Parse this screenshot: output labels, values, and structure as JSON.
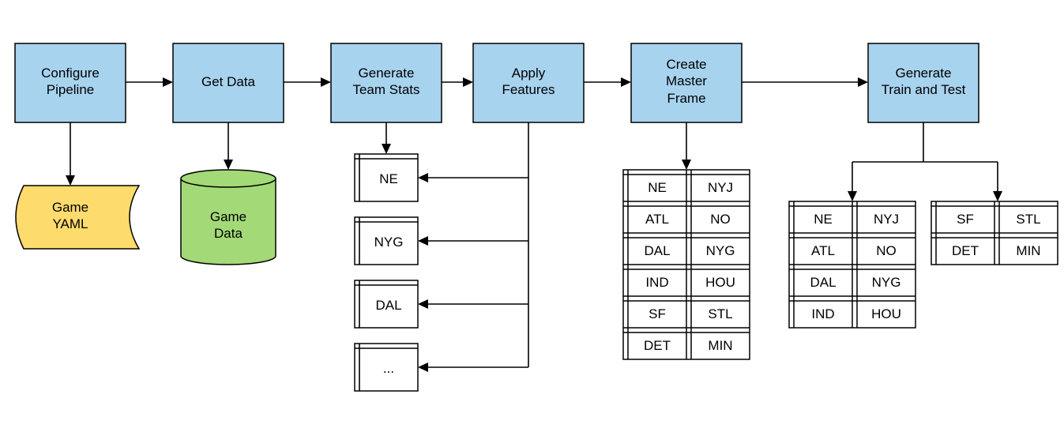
{
  "steps": [
    {
      "lines": [
        "Configure",
        "Pipeline"
      ]
    },
    {
      "lines": [
        "Get Data"
      ]
    },
    {
      "lines": [
        "Generate",
        "Team Stats"
      ]
    },
    {
      "lines": [
        "Apply",
        "Features"
      ]
    },
    {
      "lines": [
        "Create",
        "Master",
        "Frame"
      ]
    },
    {
      "lines": [
        "Generate",
        "Train and Test"
      ]
    }
  ],
  "config_store": {
    "lines": [
      "Game",
      "YAML"
    ],
    "color": "#fddb6d"
  },
  "database": {
    "lines": [
      "Game",
      "Data"
    ],
    "color": "#a3d977"
  },
  "process_color": "#a7d3ef",
  "team_tables": [
    "NE",
    "NYG",
    "DAL",
    "..."
  ],
  "master_frame": [
    [
      "NE",
      "NYJ"
    ],
    [
      "ATL",
      "NO"
    ],
    [
      "DAL",
      "NYG"
    ],
    [
      "IND",
      "HOU"
    ],
    [
      "SF",
      "STL"
    ],
    [
      "DET",
      "MIN"
    ]
  ],
  "train_set": [
    [
      "NE",
      "NYJ"
    ],
    [
      "ATL",
      "NO"
    ],
    [
      "DAL",
      "NYG"
    ],
    [
      "IND",
      "HOU"
    ]
  ],
  "test_set": [
    [
      "SF",
      "STL"
    ],
    [
      "DET",
      "MIN"
    ]
  ]
}
